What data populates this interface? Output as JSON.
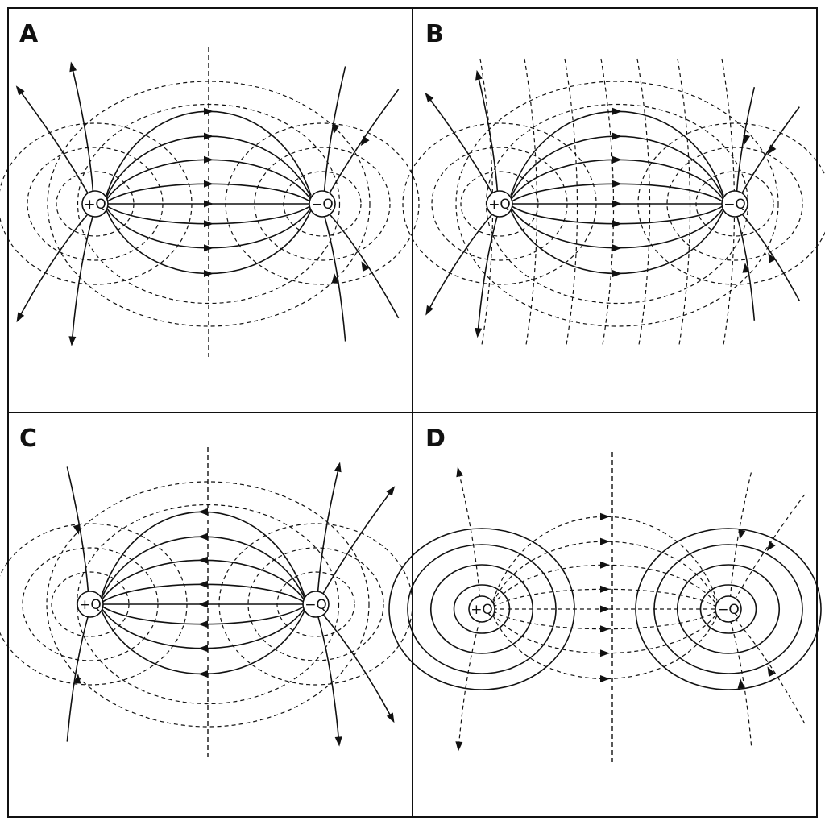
{
  "panels": [
    {
      "id": "A",
      "label": "A",
      "positive_label": "+Q",
      "negative_label": "−Q",
      "field_style": "solid",
      "equipotential_style": "dashed",
      "arrow_direction": "positive-to-negative",
      "center_line": true,
      "symmetric_spread": true
    },
    {
      "id": "B",
      "label": "B",
      "positive_label": "+Q",
      "negative_label": "−Q",
      "field_style": "solid",
      "equipotential_style": "dashed",
      "arrow_direction": "positive-to-negative",
      "center_line": false,
      "symmetric_spread": false
    },
    {
      "id": "C",
      "label": "C",
      "positive_label": "+Q",
      "negative_label": "−Q",
      "field_style": "solid",
      "equipotential_style": "dashed",
      "arrow_direction": "negative-to-positive",
      "center_line": true,
      "symmetric_spread": true
    },
    {
      "id": "D",
      "label": "D",
      "positive_label": "+Q",
      "negative_label": "−Q",
      "field_style": "dashed",
      "equipotential_style": "solid",
      "arrow_direction": "positive-to-negative",
      "center_line": true,
      "symmetric_spread": true
    }
  ],
  "colors": {
    "ink": "#111111",
    "background": "#ffffff"
  }
}
